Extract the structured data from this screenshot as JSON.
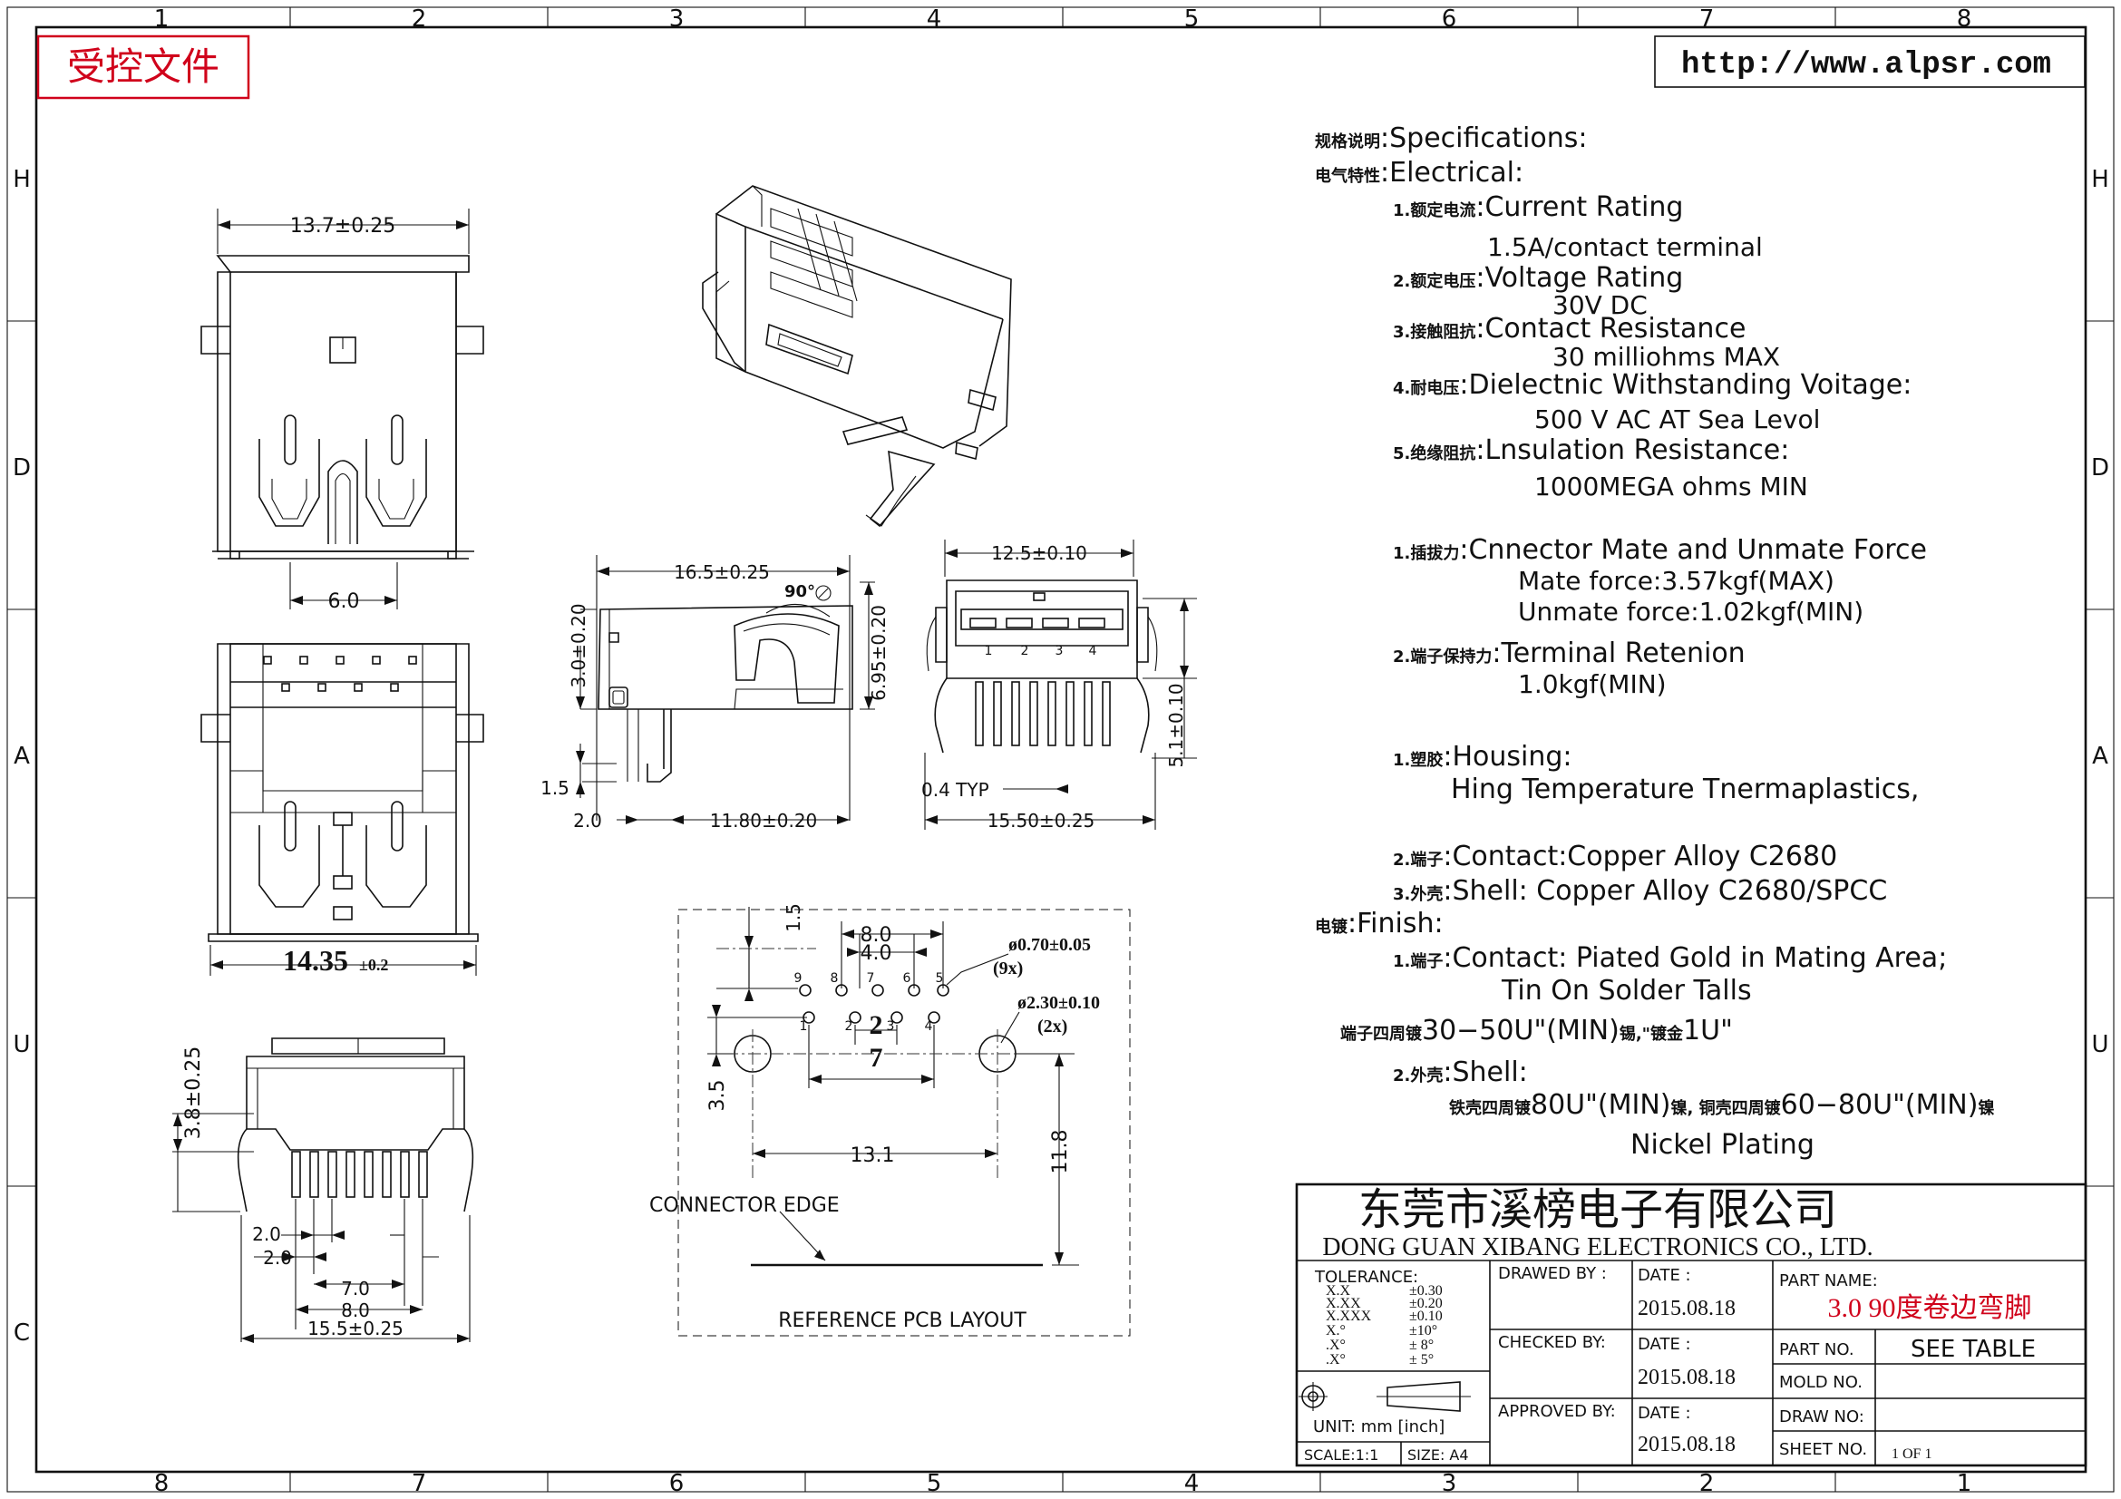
{
  "border": {
    "col_numbers_top": [
      "1",
      "2",
      "3",
      "4",
      "5",
      "6",
      "7",
      "8"
    ],
    "col_numbers_bottom": [
      "8",
      "7",
      "6",
      "5",
      "4",
      "3",
      "2",
      "1"
    ],
    "row_letters": [
      "H",
      "D",
      "A",
      "U",
      "C"
    ]
  },
  "stamp": {
    "text": "受控文件",
    "color": "#d0021b"
  },
  "url": "http://www.alpsr.com",
  "specs": {
    "heading_cn": "规格说明",
    "heading": ":Specifications:",
    "electrical_cn": "电气特性",
    "electrical": ":Electrical:",
    "current_cn": "1.额定电流",
    "current": ":Current  Rating",
    "current_value": "1.5A/contact  terminal",
    "voltage_cn": "2.额定电压",
    "voltage": ":Voltage  Rating",
    "voltage_value": "30V  DC",
    "contact_res_cn": "3.接触阻抗",
    "contact_res": ":Contact  Resistance",
    "contact_res_value": "30  milliohms  MAX",
    "dielectric_cn": "4.耐电压",
    "dielectric": ":Dielectnic  Withstanding  Voitage:",
    "dielectric_value": "500  V  AC  AT  Sea  Levol",
    "insulation_cn": "5.绝缘阻抗",
    "insulation": ":Lnsulation  Resistance:",
    "insulation_value": "1000MEGA  ohms  MIN",
    "mate_cn": "1.插拔力",
    "mate": ":Cnnector  Mate  and  Unmate  Force",
    "mate_value": "Mate  force:3.57kgf(MAX)",
    "unmate_value": "Unmate  force:1.02kgf(MIN)",
    "retention_cn": "2.端子保持力",
    "retention": ":Terminal  Retenion",
    "retention_value": "1.0kgf(MIN)",
    "housing_cn": "1.塑胶",
    "housing": ":Housing:",
    "housing_value": "Hing  Temperature    Tnermaplastics,",
    "contact_mat_cn": "2.端子",
    "contact_mat": ":Contact:Copper  Alloy  C2680",
    "shell_mat_cn": "3.外壳",
    "shell_mat": ":Shell:  Copper  Alloy  C2680/SPCC",
    "finish_cn": "电镀",
    "finish": ":Finish:",
    "finish_contact_cn": "1.端子",
    "finish_contact": ":Contact:  Piated  Gold  in  Mating  Area;",
    "finish_contact_2": "Tin  On  Solder  Talls",
    "finish_plating_a": "端子四周镀",
    "finish_plating_b": "30−50U\"(MIN)",
    "finish_plating_c": "锡,\"镀金",
    "finish_plating_d": "1U\"",
    "finish_shell_cn": "2.外壳",
    "finish_shell": ":Shell:",
    "finish_shell_a": "铁壳四周镀",
    "finish_shell_b": "80U\"(MIN)",
    "finish_shell_c": "镍, 铜壳四周镀",
    "finish_shell_d": "60−80U\"(MIN)",
    "finish_shell_e": "镍",
    "nickel": "Nickel  Plating"
  },
  "dims": {
    "front_width": "13.7±0.25",
    "front_pitch": "6.0",
    "bottom_width": "14.35",
    "bottom_tol": "±0.2",
    "side_height": "3.8±0.25",
    "side_d1": "2.0",
    "side_d2": "2.0",
    "side_d3": "7.0",
    "side_d4": "8.0",
    "side_d5": "15.5±0.25",
    "profile_len": "16.5±0.25",
    "profile_angle": "90°",
    "profile_h1": "3.0±0.20",
    "profile_h2": "6.95±0.20",
    "profile_p1": "1.5",
    "profile_p2": "2.0",
    "profile_p3": "11.80±0.20",
    "rear_width": "12.5±0.10",
    "rear_height": "5.1±0.10",
    "rear_typ": "0.4  TYP",
    "rear_base": "15.50±0.25",
    "pin_labels": [
      "1",
      "2",
      "3",
      "4"
    ],
    "pcb_d1": "1.5",
    "pcb_d2": "8.0",
    "pcb_d3": "4.0",
    "pcb_hole_small": "ø0.70±0.05",
    "pcb_hole_small_qty": "(9x)",
    "pcb_hole_large": "ø2.30±0.10",
    "pcb_hole_large_qty": "(2x)",
    "pcb_d4": "2",
    "pcb_d5": "7",
    "pcb_d6": "3.5",
    "pcb_d7": "13.1",
    "pcb_d8": "11.8",
    "pcb_pin_top": [
      "9",
      "8",
      "7",
      "6",
      "5"
    ],
    "pcb_pin_bot": [
      "1",
      "2",
      "3",
      "4"
    ],
    "connector_edge": "CONNECTOR  EDGE",
    "pcb_title": "REFERENCE  PCB  LAYOUT"
  },
  "title_block": {
    "company_cn": "东莞市溪榜电子有限公司",
    "company_en": "DONG  GUAN  XIBANG  ELECTRONICS  CO.,  LTD.",
    "tolerance": "TOLERANCE:",
    "tol_rows": [
      {
        "k": "X.X",
        "v": "±0.30"
      },
      {
        "k": "X.XX",
        "v": "±0.20"
      },
      {
        "k": "X.XXX",
        "v": "±0.10"
      },
      {
        "k": "X.°",
        "v": "±10°"
      },
      {
        "k": ".X°",
        "v": "± 8°"
      },
      {
        "k": ".X°",
        "v": "± 5°"
      }
    ],
    "unit": "UNIT:  mm  [inch]",
    "scale": "SCALE:1:1",
    "size": "SIZE:  A4",
    "drawn": "DRAWED  BY :",
    "checked": "CHECKED  BY:",
    "approved": "APPROVED  BY:",
    "date_label": "DATE  :",
    "date1": "2015.08.18",
    "date2": "2015.08.18",
    "date3": "2015.08.18",
    "part_name": "PART  NAME:",
    "part_name_value": "3.0  90度卷边弯脚",
    "part_name_color": "#d0021b",
    "part_no": "PART  NO.",
    "part_no_value": "SEE  TABLE",
    "mold_no": "MOLD  NO.",
    "draw_no": "DRAW  NO:",
    "sheet_no": "SHEET  NO.",
    "sheet_value": "1  OF  1"
  }
}
